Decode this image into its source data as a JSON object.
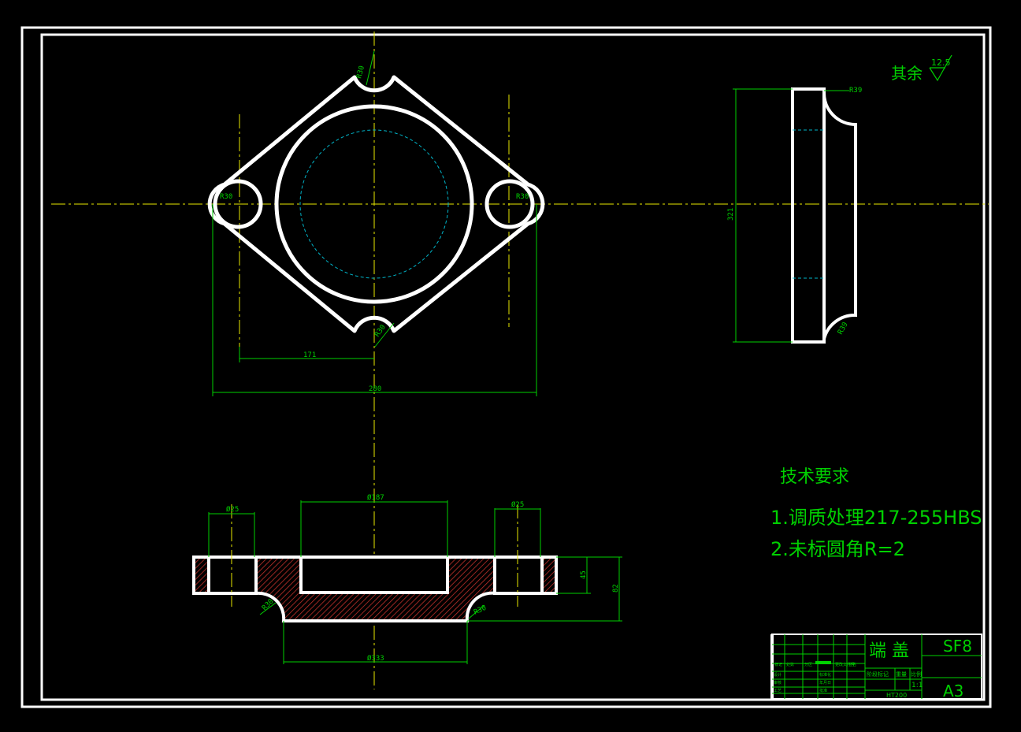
{
  "roughness": {
    "label": "其余",
    "value": "12.5"
  },
  "tech_requirements": {
    "title": "技术要求",
    "items": [
      "1.调质处理217-255HBS",
      "2.未标圆角R=2"
    ]
  },
  "front_view": {
    "dims": {
      "r_top": "R30",
      "r_left": "R30",
      "r_right": "R30",
      "r_bottom": "R30",
      "d171": "171",
      "d280": "280"
    }
  },
  "side_view": {
    "dims": {
      "height": "321",
      "r_top": "R39",
      "r_bottom": "R39"
    }
  },
  "section_view": {
    "dims": {
      "hole_left": "Ø25",
      "bore": "Ø187",
      "hole_right": "Ø25",
      "thk1": "45",
      "thk2": "82",
      "r_left": "R30",
      "r_right": "R30",
      "base": "Ø333"
    }
  },
  "title_block": {
    "part_name": "端    盖",
    "drawing_no": "SF8",
    "sheet": "A3",
    "scale": "1:1",
    "material": "HT200",
    "labels": {
      "stage": "阶段标记",
      "weight": "重量",
      "ratio": "比例",
      "design": "设计",
      "check": "审核",
      "craft": "工艺",
      "std": "标准化",
      "mark": "标记",
      "qty": "处数",
      "area": "分区",
      "change": "更改文件号",
      "sign": "签名",
      "date": "年月日",
      "approve": "批准"
    }
  },
  "colors": {
    "outline": "#ffffff",
    "dimension": "#00d000",
    "center": "#e8e800",
    "hidden": "#00b4c8",
    "hatch": "#c0302a"
  }
}
